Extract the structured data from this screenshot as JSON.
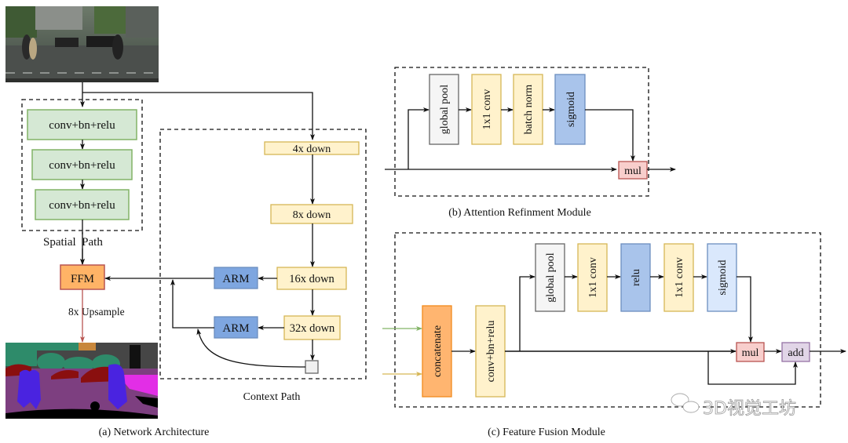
{
  "figure": {
    "panel_a": {
      "caption": "(a) Network Architecture",
      "input_image": "street-scene-photo",
      "output_image": "segmentation-map",
      "spatial_path": {
        "label": "Spatial  Path",
        "blocks": [
          "conv+bn+relu",
          "conv+bn+relu",
          "conv+bn+relu"
        ]
      },
      "context_path": {
        "label": "Context Path",
        "blocks": [
          "4x down",
          "8x down",
          "16x down",
          "32x down"
        ],
        "arm_blocks": [
          "ARM",
          "ARM"
        ]
      },
      "ffm_label": "FFM",
      "upsample_label": "8x Upsample"
    },
    "panel_b": {
      "caption": "(b) Attention Refinment Module",
      "blocks": [
        "global pool",
        "1x1 conv",
        "batch norm",
        "sigmoid"
      ],
      "mul_label": "mul"
    },
    "panel_c": {
      "caption": "(c) Feature Fusion Module",
      "concat_label": "concatenate",
      "conv_label": "conv+bn+relu",
      "blocks": [
        "global pool",
        "1x1 conv",
        "relu",
        "1x1 conv",
        "sigmoid"
      ],
      "mul_label": "mul",
      "add_label": "add"
    },
    "watermark": "3D视觉工坊",
    "colors": {
      "green_fill": "#d5e8d4",
      "green_stroke": "#82b366",
      "yellow_fill": "#fff2cc",
      "yellow_stroke": "#d6b656",
      "blue_fill": "#7ea6e0",
      "blue_stroke": "#6c8ebf",
      "light_blue_fill": "#dae8fc",
      "gray_fill": "#f5f5f5",
      "gray_stroke": "#666666",
      "orange_fill": "#ffb570",
      "orange_stroke": "#d79b00",
      "ffm_fill": "#ffb366",
      "ffm_stroke": "#b85450",
      "red_fill": "#f8cecc",
      "red_stroke": "#b85450",
      "purple_fill": "#e1d5e7",
      "purple_stroke": "#9673a6"
    }
  }
}
